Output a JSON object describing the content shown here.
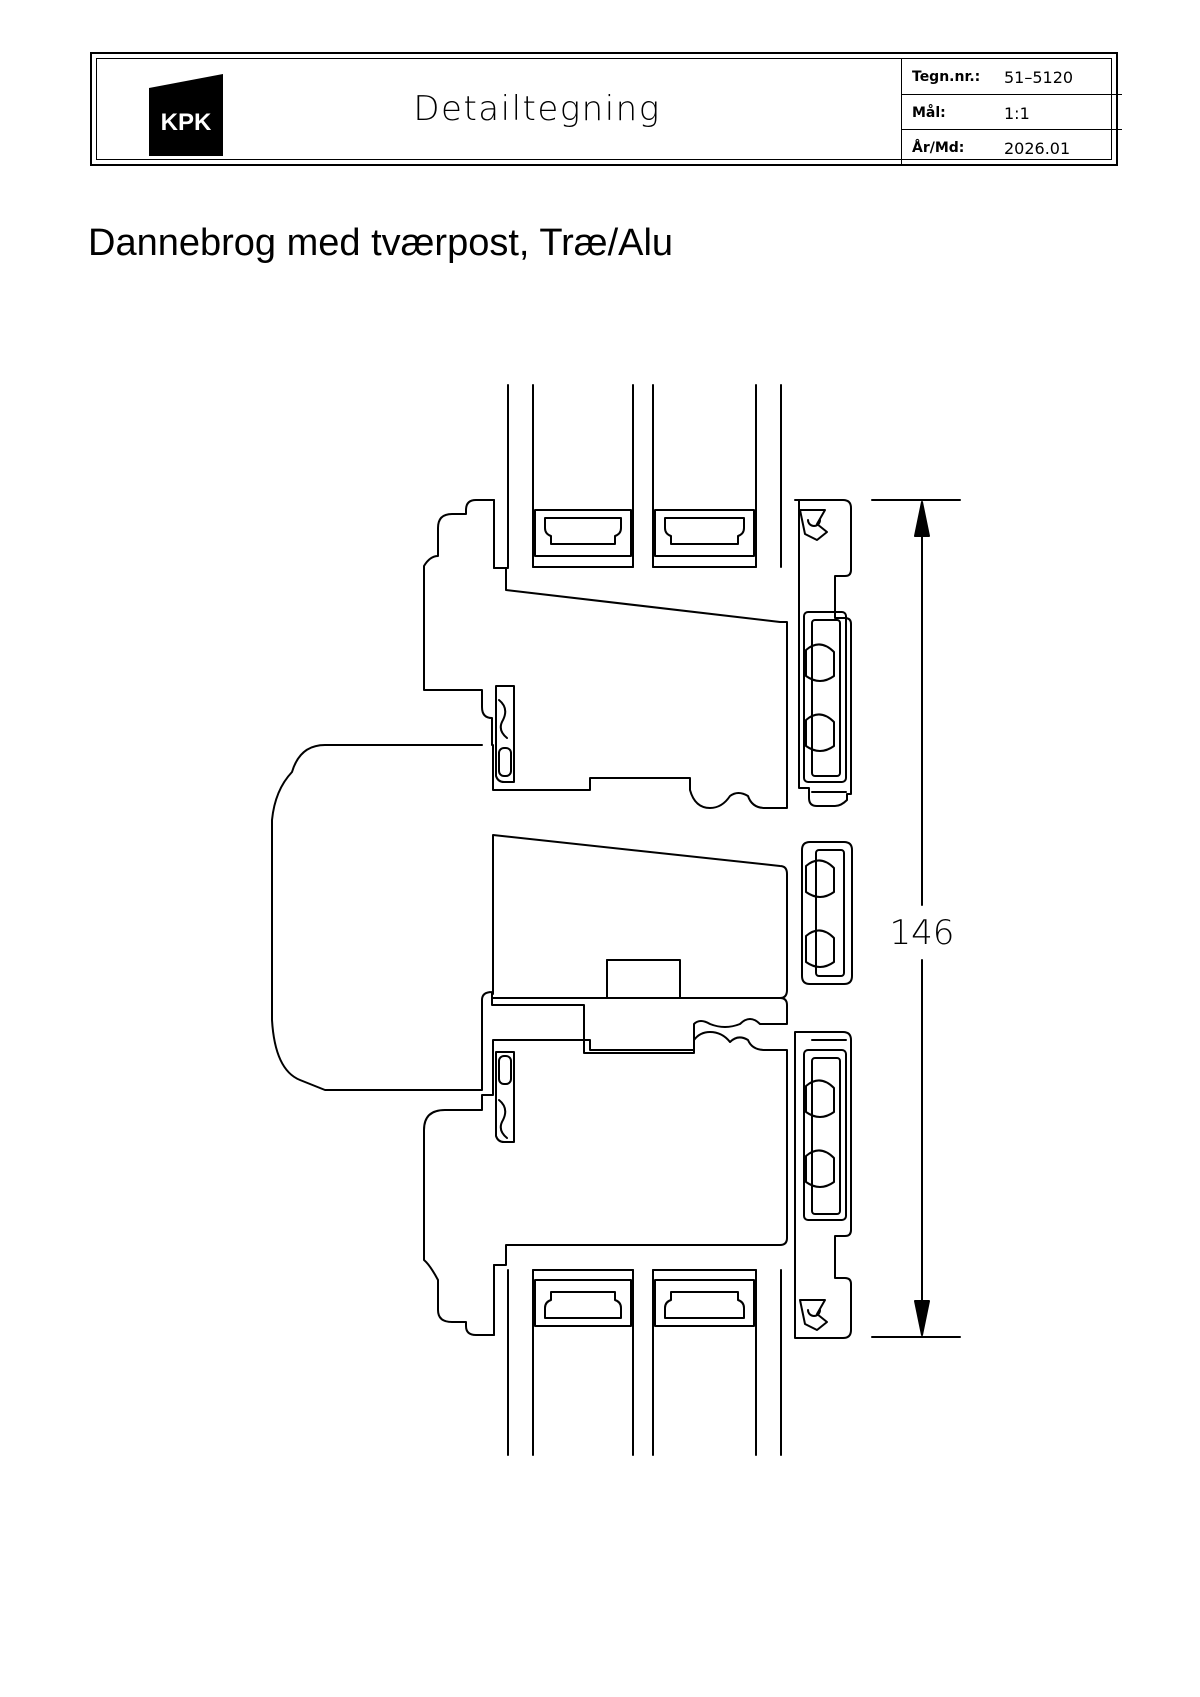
{
  "title_block": {
    "logo_text": "KPK",
    "sheet_title": "Detailtegning",
    "rows": [
      {
        "key": "Tegn.nr.:",
        "value": "51–5120"
      },
      {
        "key": "Mål:",
        "value": "1:1"
      },
      {
        "key": "År/Md:",
        "value": "2026.01"
      }
    ]
  },
  "drawing_title": "Dannebrog med tværpost, Træ/Alu",
  "dimension": {
    "value": "146"
  }
}
